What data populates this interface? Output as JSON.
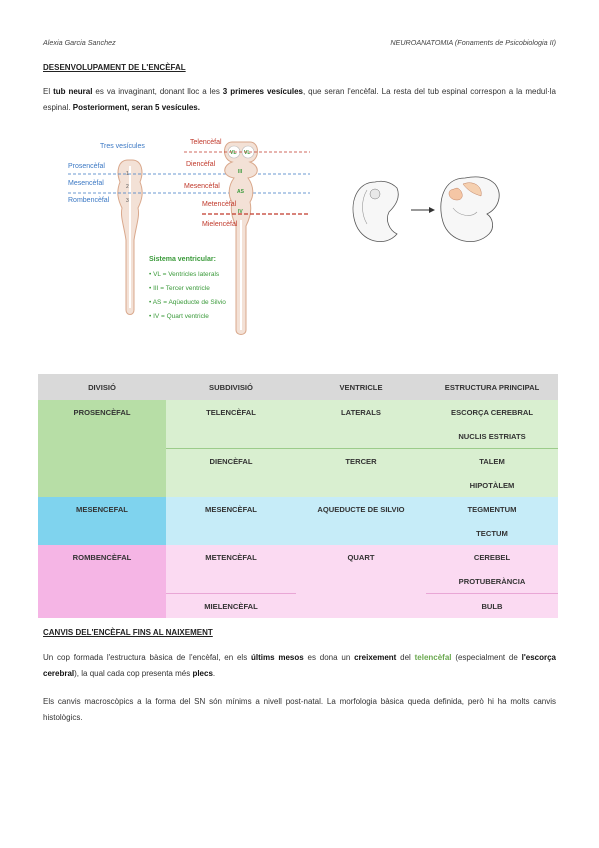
{
  "header": {
    "author": "Alexia Garcia Sanchez",
    "course": "NEUROANATOMIA (Fonaments de Psicobiologia II)"
  },
  "section1": {
    "title": "DESENVOLUPAMENT DE L'ENCÈFAL",
    "p_a1": "El ",
    "p_b1": "tub neural",
    "p_a2": " es va invaginant, donant lloc a les ",
    "p_b2": "3 primeres vesícules",
    "p_a3": ", que seran l'encèfal. La resta del tub espinal correspon a la medul·la espinal. ",
    "p_b3": "Posteriorment, seran 5 vesícules."
  },
  "figure": {
    "tres_vesicules": "Tres vesícules",
    "prosencefal": "Prosencèfal",
    "mesencefal": "Mesencèfal",
    "rombencefal": "Rombencèfal",
    "telencefal": "Telencèfal",
    "diencefal": "Diencèfal",
    "mesencefal5": "Mesencèfal",
    "metencefal": "Metencèfal",
    "mielencefal": "Mielencèfal",
    "vl": "VL",
    "iii": "III",
    "as": "AS",
    "iv": "IV",
    "n1": "1",
    "n2": "2",
    "n3": "3",
    "sistema_title": "Sistema ventricular:",
    "sv1": "• VL = Ventricles laterals",
    "sv2": "• III = Tercer ventricle",
    "sv3": "• AS = Aqüeducte de Silvio",
    "sv4": "• IV = Quart ventricle"
  },
  "table": {
    "headers": [
      "DIVISIÓ",
      "SUBDIVISIÓ",
      "VENTRICLE",
      "ESTRUCTURA PRINCIPAL"
    ],
    "prosencefal": "PROSENCÈFAL",
    "telencefal": "TELENCÈFAL",
    "laterals": "LATERALS",
    "escorca": "ESCORÇA CEREBRAL",
    "nuclis": "NUCLIS ESTRIATS",
    "diencefal": "DIENCÈFAL",
    "tercer": "TERCER",
    "talem": "TALEM",
    "hipotalem": "HIPOTÀLEM",
    "mesencefal": "MESENCEFAL",
    "mesencefal2": "MESENCÈFAL",
    "aqueducte": "AQUEDUCTE DE SILVIO",
    "tegmentum": "TEGMENTUM",
    "tectum": "TECTUM",
    "rombencefal": "ROMBENCÈFAL",
    "metencefal": "METENCÈFAL",
    "quart": "QUART",
    "cerebel": "CEREBEL",
    "protuberancia": "PROTUBERÀNCIA",
    "mielencefal": "MIELENCÈFAL",
    "bulb": "BULB"
  },
  "section2": {
    "title": "CANVIS DEL'ENCÈFAL FINS AL NAIXEMENT",
    "p1_a1": "Un cop formada l'estructura bàsica de l'encèfal, en els ",
    "p1_b1": "últims mesos",
    "p1_a2": " es dona un ",
    "p1_b2": "creixement",
    "p1_a3": " del ",
    "p1_g1": "telencèfal",
    "p1_a4": " (especialment de ",
    "p1_b3": "l'escorça cerebral",
    "p1_a5": "), la qual cada cop presenta més ",
    "p1_b4": "plecs",
    "p1_a6": ".",
    "p2": "Els canvis macroscòpics a la forma del SN són mínims a nivell post-natal. La morfologia bàsica queda definida, però hi ha molts canvis histològics."
  },
  "colors": {
    "prosencefal": "#b7dea6",
    "mesencefal": "#7fd3ee",
    "rombencefal": "#f5b5e5",
    "header_row": "#d9d9d9"
  }
}
